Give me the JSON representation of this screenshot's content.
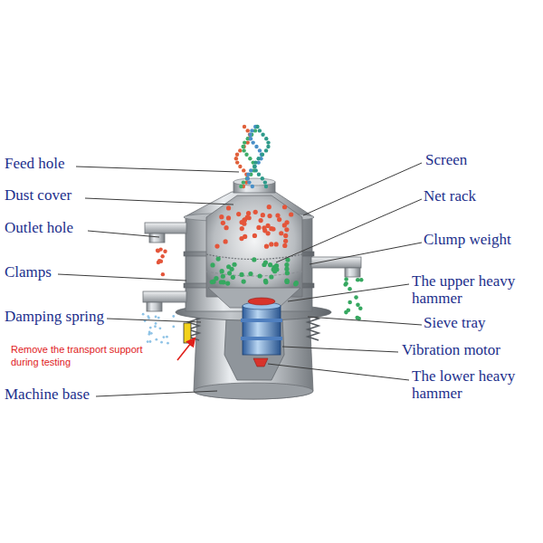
{
  "diagram": {
    "labels": [
      "Feed hole",
      "Dust cover",
      "Outlet hole",
      "Clamps",
      "Damping spring",
      "Remove the transport support during testing",
      "Machine base",
      "Screen",
      "Net rack",
      "Clump weight",
      "The upper heavy hammer",
      "Sieve tray",
      "Vibration motor",
      "The lower heavy hammer"
    ]
  }
}
